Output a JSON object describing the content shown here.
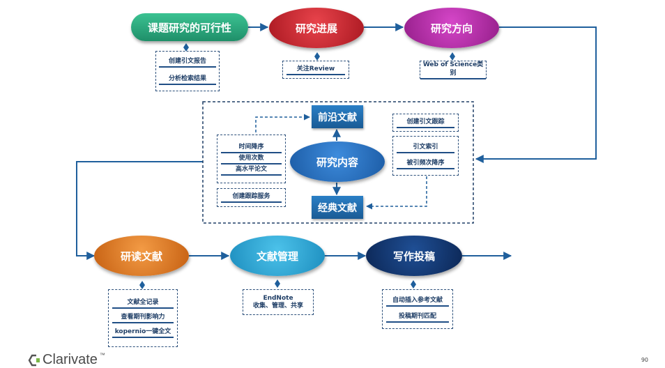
{
  "top_row": {
    "feasibility": "课题研究的可行性",
    "progress": "研究进展",
    "direction": "研究方向"
  },
  "top_notes": {
    "feasibility_items": [
      "创建引文报告",
      "分析检索结果"
    ],
    "progress_item": "关注Review",
    "direction_item": "Web of Science类别"
  },
  "center": {
    "frontier": "前沿文献",
    "content": "研究内容",
    "classic": "经典文献",
    "left_items": [
      "时间降序",
      "使用次数",
      "高水平论文"
    ],
    "left_service": "创建跟踪服务",
    "right_top": "创建引文跟踪",
    "right_items": [
      "引文索引",
      "被引频次降序"
    ]
  },
  "bottom_row": {
    "read": "研读文献",
    "manage": "文献管理",
    "write": "写作投稿"
  },
  "bottom_notes": {
    "read_items": [
      "文献全记录",
      "查看期刊影响力",
      "kopernio一键全文"
    ],
    "manage_line1": "EndNote",
    "manage_line2": "收集、管理、共享",
    "write_items": [
      "自动插入参考文献",
      "投稿期刊匹配"
    ]
  },
  "footer": {
    "brand": "Clarivate",
    "trademark": "™",
    "page": "90"
  },
  "colors": {
    "green": "#2aa67d",
    "red": "#c9232d",
    "magenta": "#b42aa7",
    "blue_oval": "#2573c4",
    "orange": "#e07a22",
    "cyan": "#27a6d6",
    "navy": "#12336b",
    "line": "#1f5f9c"
  }
}
